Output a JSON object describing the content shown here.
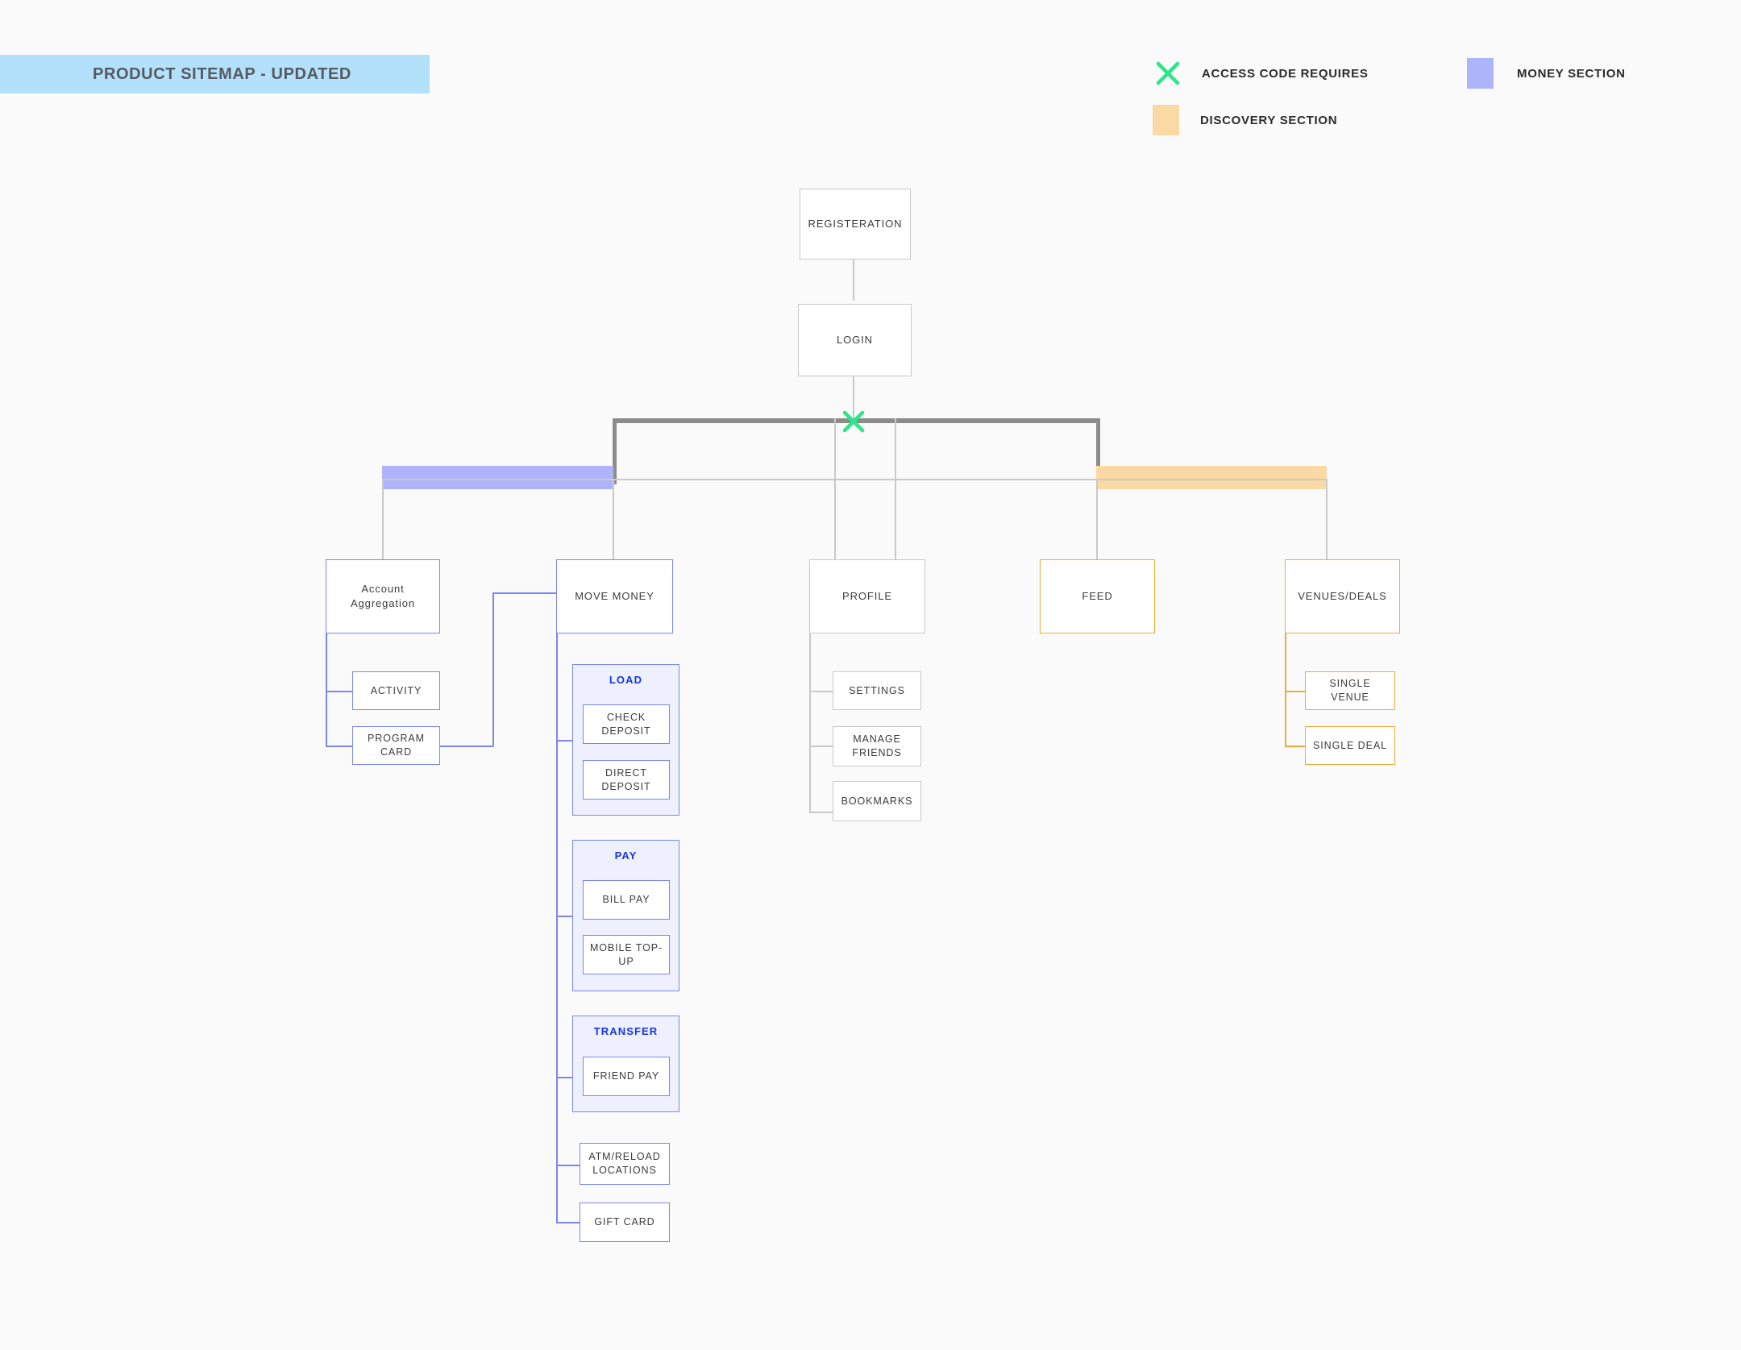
{
  "title": {
    "text": "PRODUCT SITEMAP - UPDATED",
    "banner_color": "#b3e0fa"
  },
  "legend": {
    "items": [
      {
        "icon": "x-mark-icon",
        "label": "ACCESS CODE REQUIRES",
        "color": "#2ee58a"
      },
      {
        "icon": "swatch-icon",
        "label": "MONEY SECTION",
        "color": "#aeb4fa"
      },
      {
        "icon": "swatch-icon",
        "label": "DISCOVERY SECTION",
        "color": "#fbd9a5"
      }
    ]
  },
  "colors": {
    "money": "#aeb4fa",
    "discovery": "#fbd9a5",
    "money_border": "#7b86f2",
    "discovery_border": "#f0ab3c",
    "neutral_border": "#c9c9c9",
    "access_code": "#2ee58a",
    "group_fill": "#eef0fe",
    "group_title": "#1535ea"
  },
  "nodes": {
    "registration": "REGISTERATION",
    "login": "LOGIN",
    "account_aggregation": "Account Aggregation",
    "activity": "ACTIVITY",
    "program_card": "PROGRAM CARD",
    "move_money": "MOVE MONEY",
    "profile": "PROFILE",
    "settings": "SETTINGS",
    "manage_friends": "MANAGE FRIENDS",
    "bookmarks": "BOOKMARKS",
    "feed": "FEED",
    "venues_deals": "VENUES/DEALS",
    "single_venue": "SINGLE VENUE",
    "single_deal": "SINGLE DEAL",
    "atm_reload": "ATM/RELOAD LOCATIONS",
    "gift_card": "GIFT CARD"
  },
  "groups": {
    "load": {
      "title": "LOAD",
      "children": [
        "CHECK DEPOSIT",
        "DIRECT DEPOSIT"
      ]
    },
    "pay": {
      "title": "PAY",
      "children": [
        "BILL PAY",
        "MOBILE TOP-UP"
      ]
    },
    "transfer": {
      "title": "TRANSFER",
      "children": [
        "FRIEND PAY"
      ]
    }
  }
}
